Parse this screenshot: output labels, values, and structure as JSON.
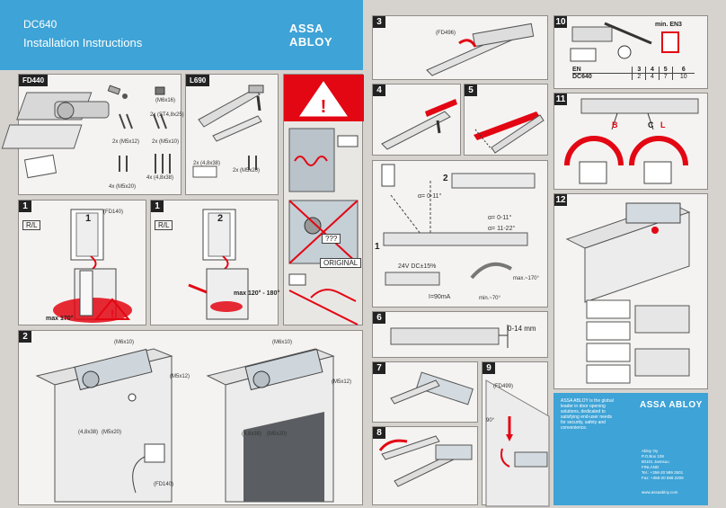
{
  "header": {
    "model": "DC640",
    "title": "Installation Instructions",
    "brand": "ASSA ABLOY"
  },
  "panels": {
    "fd440": {
      "tag": "FD440",
      "labels": [
        "(M6x16)",
        "2x (ST4,8x25)",
        "2x (M5x12)",
        "2x (M5x10)",
        "4x (M5x20)",
        "4x (4,8x38)"
      ]
    },
    "l690": {
      "tag": "L690",
      "labels": [
        "2x (4,8x38)",
        "2x (M5x20)"
      ]
    },
    "step1a": {
      "num": "1",
      "rl": "R/L",
      "door": "1",
      "note": "(FD140)",
      "angle": "max 170°"
    },
    "step1b": {
      "num": "1",
      "rl": "R/L",
      "door": "2",
      "angle": "max 120° - 180°"
    },
    "step2": {
      "num": "2",
      "labels_left": [
        "(M6x10)",
        "(M5x12)",
        "(4,8x38)",
        "(M5x20)"
      ],
      "labels_right": [
        "(M6x10)",
        "(M5x12)",
        "(4,8x38)",
        "(M5x20)"
      ],
      "fd": "(FD140)"
    },
    "warning": {
      "unknown": "???",
      "original": "ORIGINAL"
    },
    "step3": {
      "num": "3",
      "note": "(FD496)"
    },
    "step4": {
      "num": "4"
    },
    "step5": {
      "num": "5"
    },
    "step_adjust": {
      "step": "2",
      "base": "1",
      "angle1": "α= 0-11°",
      "angle2": "α= 0-11°",
      "angle3": "α= 11-22°",
      "voltage": "24V DC±15%",
      "current": "I=90mA",
      "max": "max.~170°",
      "min": "min.~70°"
    },
    "step6": {
      "num": "6",
      "range": "0-14 mm"
    },
    "step7": {
      "num": "7"
    },
    "step8": {
      "num": "8"
    },
    "step9": {
      "num": "9",
      "note": "(FD499)",
      "angle": "90°"
    },
    "step10": {
      "num": "10",
      "min": "min. EN3",
      "table_headers": [
        "EN",
        "3",
        "4",
        "5",
        "6"
      ],
      "table_row": [
        "DC640",
        "2",
        "4",
        "7",
        "10"
      ]
    },
    "step11": {
      "num": "11",
      "b": "B",
      "c": "C",
      "l": "L"
    },
    "step12": {
      "num": "12"
    },
    "footer": {
      "brand": "ASSA ABLOY",
      "tagline": "ASSA ABLOY is the global leader in door opening solutions, dedicated to satisfying end-user needs for security, safety and convenience.",
      "address": [
        "Abloy Oy",
        "P.O.Box 108",
        "80101 Joensuu",
        "FINLAND",
        "Tel.: +358-20 599 2501",
        "Fax: +358-20 599 2209"
      ],
      "web": "www.assaabloy.com"
    }
  }
}
